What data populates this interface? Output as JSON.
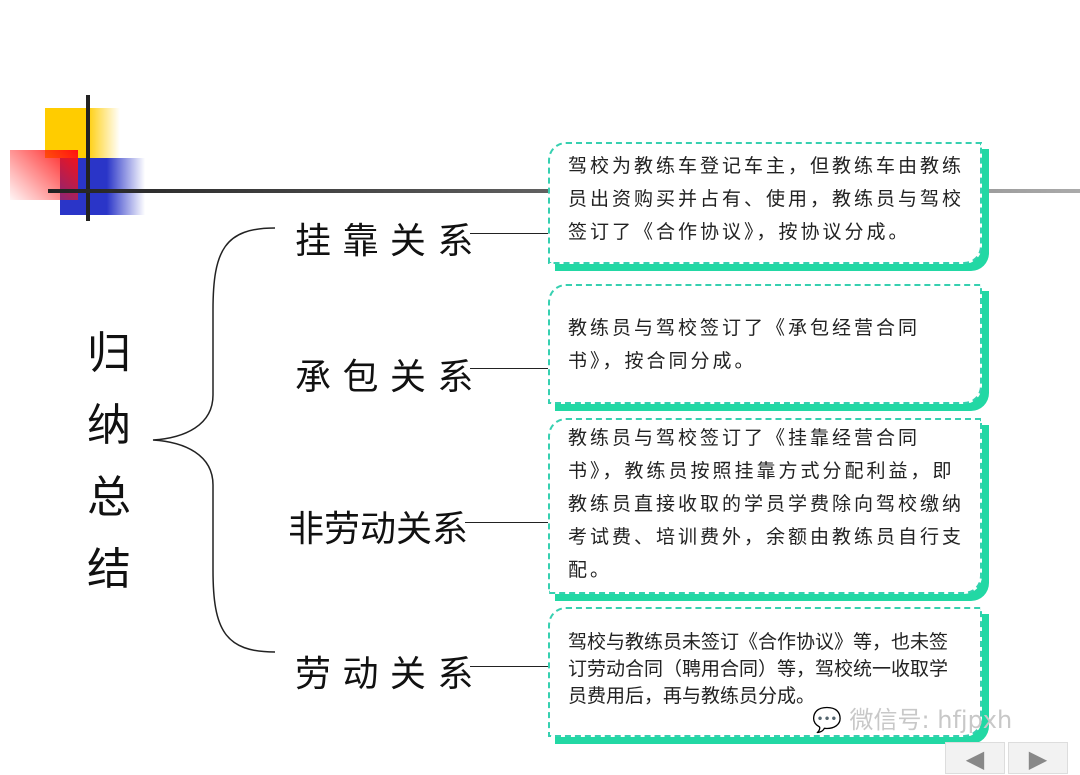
{
  "summary_title": "归纳总结",
  "relations": [
    {
      "label": "挂 靠 关 系",
      "description": "驾校为教练车登记车主，但教练车由教练员出资购买并占有、使用，教练员与驾校签订了《合作协议》，按协议分成。"
    },
    {
      "label": "承 包 关 系",
      "description": "教练员与驾校签订了《承包经营合同书》，按合同分成。"
    },
    {
      "label": "非劳动关系",
      "description": "教练员与驾校签订了《挂靠经营合同书》，教练员按照挂靠方式分配利益，即教练员直接收取的学员学费除向驾校缴纳考试费、培训费外，余额由教练员自行支配。"
    },
    {
      "label": "劳 动 关 系",
      "description": "驾校与教练员未签订《合作协议》等，也未签订劳动合同（聘用合同）等，驾校统一收取学员费用后，再与教练员分成。"
    }
  ],
  "watermark": "微信号: hfjpxh",
  "nav": {
    "prev": "◀",
    "next": "▶"
  },
  "colors": {
    "box_border": "#36d0b0",
    "box_shadow": "#22d8a4"
  }
}
